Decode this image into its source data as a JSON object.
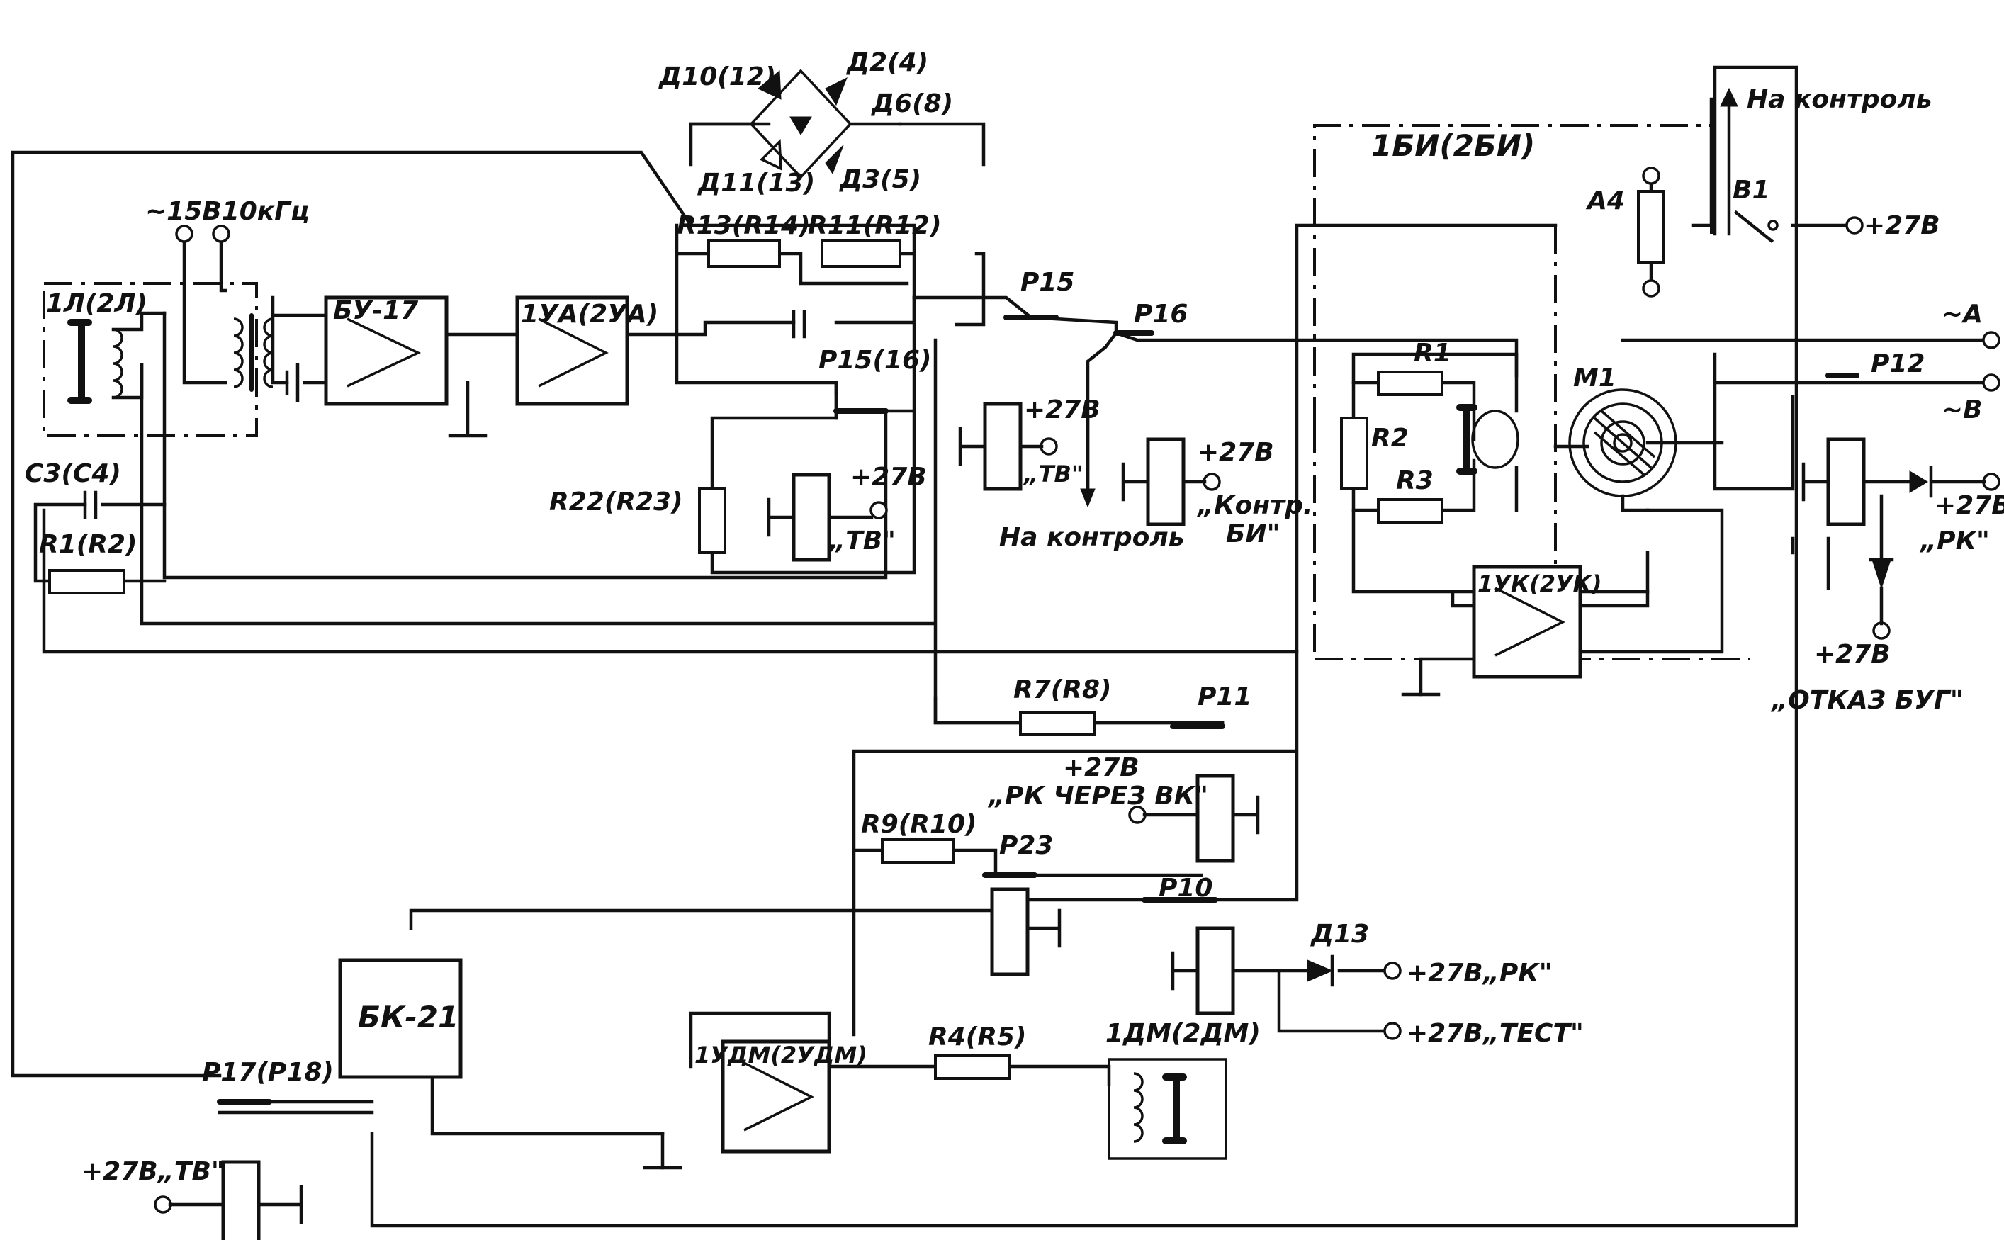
{
  "labels": {
    "d10": "Д10(12)",
    "d2": "Д2(4)",
    "d6": "Д6(8)",
    "d11": "Д11(13)",
    "d3": "Д3(5)",
    "na_kontrol_top": "На контроль",
    "bi_block": "1БИ(2БИ)",
    "r13": "R13(R14)",
    "r11": "R11(R12)",
    "supply": "~15В10кГц",
    "l1": "1Л(2Л)",
    "bu17": "БУ-17",
    "ua": "1УА(2УА)",
    "p15": "Р15",
    "p16": "Р16",
    "p15_16": "Р15(16)",
    "a4": "А4",
    "b1": "В1",
    "plus27_b1": "+27В",
    "phase_a": "~А",
    "phase_b": "~В",
    "r1": "R1",
    "r2": "R2",
    "r3": "R3",
    "m1": "М1",
    "p12": "Р12",
    "c3": "С3(С4)",
    "r1r2": "R1(R2)",
    "r22": "R22(R23)",
    "plus27_tv1": "+27В",
    "tv1": "„ТВ\"",
    "plus27_tv2": "+27В",
    "tv2": "„ТВ\"",
    "na_kontrol_mid": "На контроль",
    "plus27_kontr": "+27В",
    "kontr": "„Контр.",
    "bi_q": "БИ\"",
    "uk": "1УК(2УК)",
    "plus27_rk": "+27В",
    "rk": "„РК\"",
    "plus27_otkaz": "+27В",
    "otkaz": "„ОТКАЗ БУГ\"",
    "r7": "R7(R8)",
    "p11": "Р11",
    "plus27_rkvk": "+27В",
    "rkvk": "„РК ЧЕРЕЗ ВК\"",
    "r9": "R9(R10)",
    "p23": "Р23",
    "p10": "Р10",
    "d13": "Д13",
    "plus27_rk2": "+27В„РК\"",
    "plus27_test": "+27В„ТЕСТ\"",
    "bk21": "БК-21",
    "udm": "1УДМ(2УДМ)",
    "r4": "R4(R5)",
    "dm": "1ДМ(2ДМ)",
    "p17": "Р17(Р18)",
    "plus27_tv3": "+27В„ТВ\""
  }
}
